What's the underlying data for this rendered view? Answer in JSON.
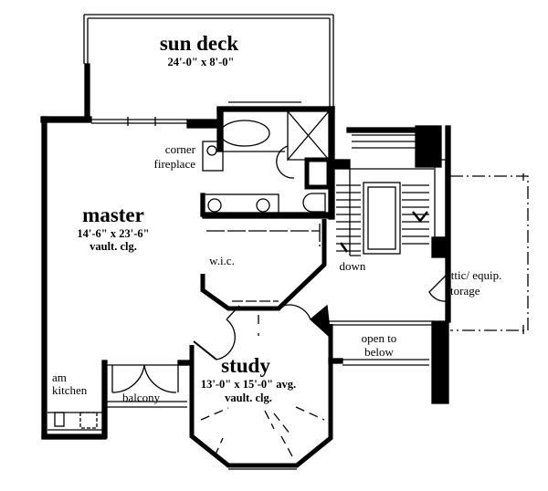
{
  "rooms": {
    "sun_deck": {
      "name": "sun deck",
      "size": "24'-0\" x 8'-0\""
    },
    "master": {
      "name": "master",
      "size": "14'-6\" x 23'-6\"",
      "ceiling": "vault. clg."
    },
    "study": {
      "name": "study",
      "size": "13'-0\" x 15'-0\" avg.",
      "ceiling": "vault. clg."
    }
  },
  "labels": {
    "corner_fireplace_1": "corner",
    "corner_fireplace_2": "fireplace",
    "wic": "w.i.c.",
    "down": "down",
    "attic_1": "attic/ equip.",
    "attic_2": "storage",
    "open_1": "open to",
    "open_2": "below",
    "am_kitchen_1": "am",
    "am_kitchen_2": "kitchen",
    "balcony": "balcony"
  }
}
